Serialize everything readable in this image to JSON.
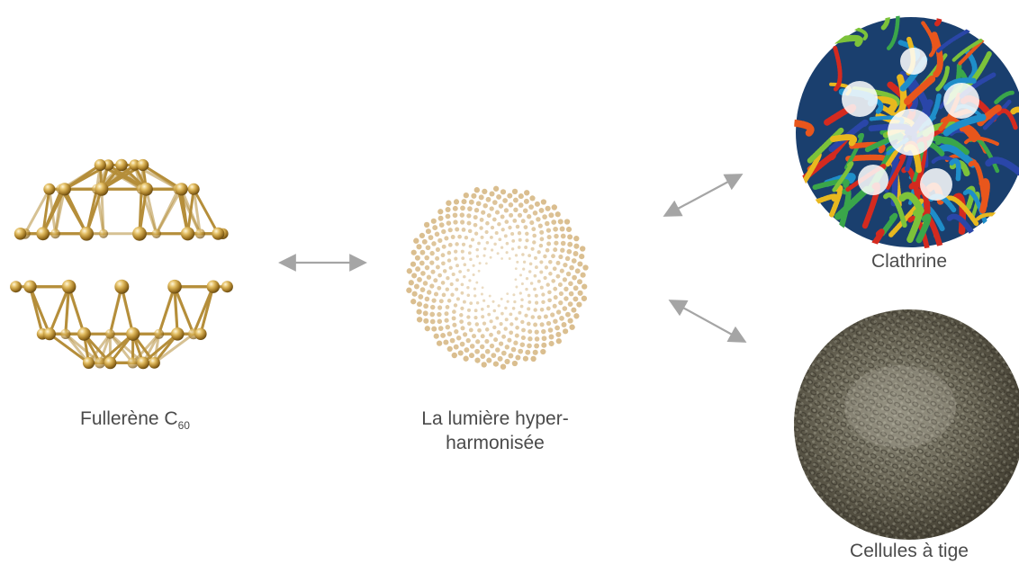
{
  "diagram": {
    "center": {
      "name": "La lumière hyper-harmonisée",
      "line1": "La lumière hyper-",
      "line2": "harmonisée",
      "color": "#d3b27a"
    },
    "nodes": {
      "fullerene": {
        "label_main": "Fullerène C",
        "label_sub": "60",
        "color": "#c9a44b"
      },
      "clathrine": {
        "label": "Clathrine"
      },
      "stem_cells": {
        "label": "Cellules à tige"
      }
    },
    "connectors": [
      {
        "from": "fullerene",
        "to": "center",
        "type": "double-arrow"
      },
      {
        "from": "center",
        "to": "clathrine",
        "type": "double-arrow"
      },
      {
        "from": "center",
        "to": "stem_cells",
        "type": "double-arrow"
      }
    ],
    "arrow_color": "#a5a5a5",
    "label_color": "#4a4a4a"
  }
}
